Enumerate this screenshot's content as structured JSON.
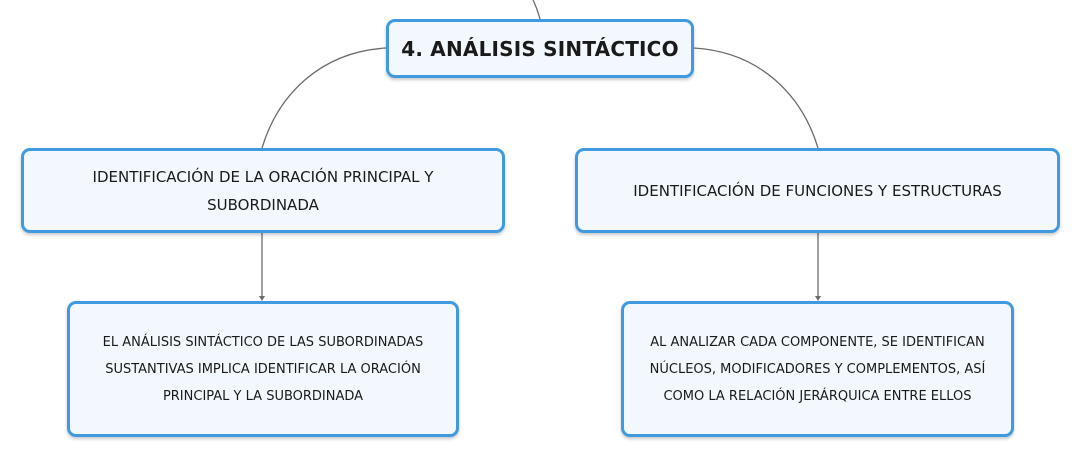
{
  "diagram": {
    "root": {
      "label": "4. ANÁLISIS SINTÁCTICO"
    },
    "branches": [
      {
        "label": "IDENTIFICACIÓN DE LA ORACIÓN PRINCIPAL Y SUBORDINADA",
        "detail": "EL ANÁLISIS SINTÁCTICO DE LAS SUBORDINADAS SUSTANTIVAS IMPLICA IDENTIFICAR LA ORACIÓN PRINCIPAL Y LA SUBORDINADA"
      },
      {
        "label": "IDENTIFICACIÓN DE FUNCIONES Y ESTRUCTURAS",
        "detail": "AL ANALIZAR CADA COMPONENTE, SE IDENTIFICAN NÚCLEOS, MODIFICADORES Y COMPLEMENTOS, ASÍ COMO LA RELACIÓN JERÁRQUICA ENTRE ELLOS"
      }
    ]
  },
  "colors": {
    "node_border": "#3f9ae0",
    "node_fill": "#f2f8fd",
    "connector": "#6b6b6b"
  }
}
